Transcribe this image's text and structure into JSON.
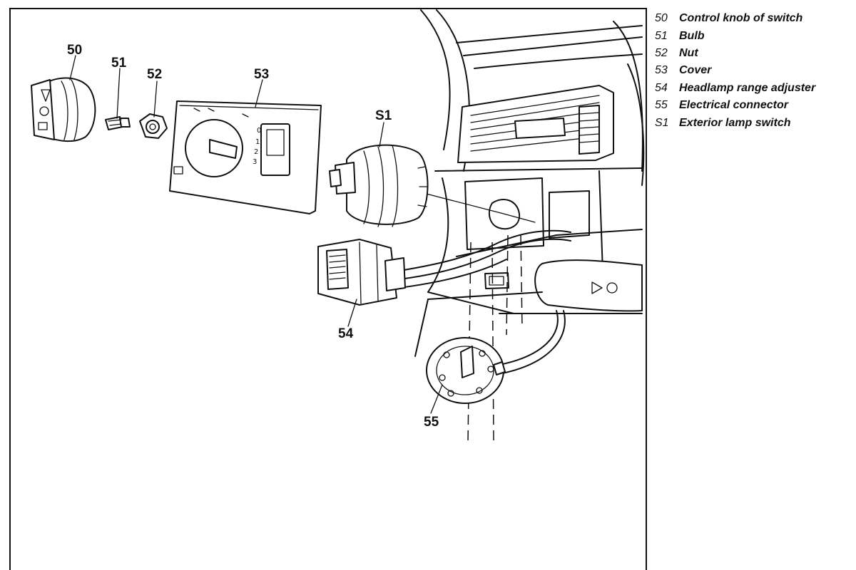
{
  "diagram": {
    "callouts": {
      "c50": "50",
      "c51": "51",
      "c52": "52",
      "c53": "53",
      "cS1": "S1",
      "c54": "54",
      "c55": "55"
    },
    "cover_marks": {
      "pos0": "0",
      "pos1": "1",
      "pos2": "2",
      "pos3": "3"
    }
  },
  "legend": [
    {
      "number": "50",
      "description": "Control knob of switch"
    },
    {
      "number": "51",
      "description": "Bulb"
    },
    {
      "number": "52",
      "description": "Nut"
    },
    {
      "number": "53",
      "description": "Cover"
    },
    {
      "number": "54",
      "description": "Headlamp range adjuster"
    },
    {
      "number": "55",
      "description": "Electrical connector"
    },
    {
      "number": "S1",
      "description": "Exterior lamp switch"
    }
  ]
}
